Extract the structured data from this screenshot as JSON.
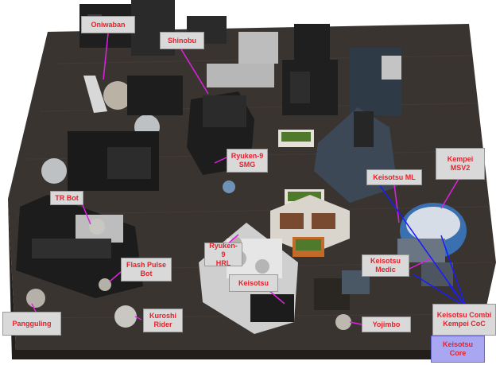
{
  "labels": {
    "oniwaban": "Oniwaban",
    "shinobu": "Shinobu",
    "ryuken9_smg": "Ryuken-9\nSMG",
    "keisotsu_ml": "Keisotsu ML",
    "kempei_msv2": "Kempei\nMSV2",
    "tr_bot": "TR Bot",
    "ryuken9_hrl": "Ryuken-9\nHRL",
    "flash_pulse_bot": "Flash Pulse\nBot",
    "keisotsu_medic": "Keisotsu\nMedic",
    "keisotsu": "Keisotsu",
    "pangguling": "Pangguling",
    "kuroshi_rider": "Kuroshi\nRider",
    "yojimbo": "Yojimbo",
    "keisotsu_combi_kempei_coc": "Keisotsu Combi\nKempei CoC",
    "keisotsu_core": "Keisotsu\nCore"
  },
  "colors": {
    "label_background": "#d9d9d9",
    "label_text": "#e8202a",
    "core_label_background": "#a9a7f2",
    "pointer_magenta": "#e020e0",
    "pointer_blue": "#1a1aff",
    "board_wood": "#3a3431",
    "terrain_dark": "#1f1f1f",
    "terrain_white": "#d8d8d8"
  }
}
